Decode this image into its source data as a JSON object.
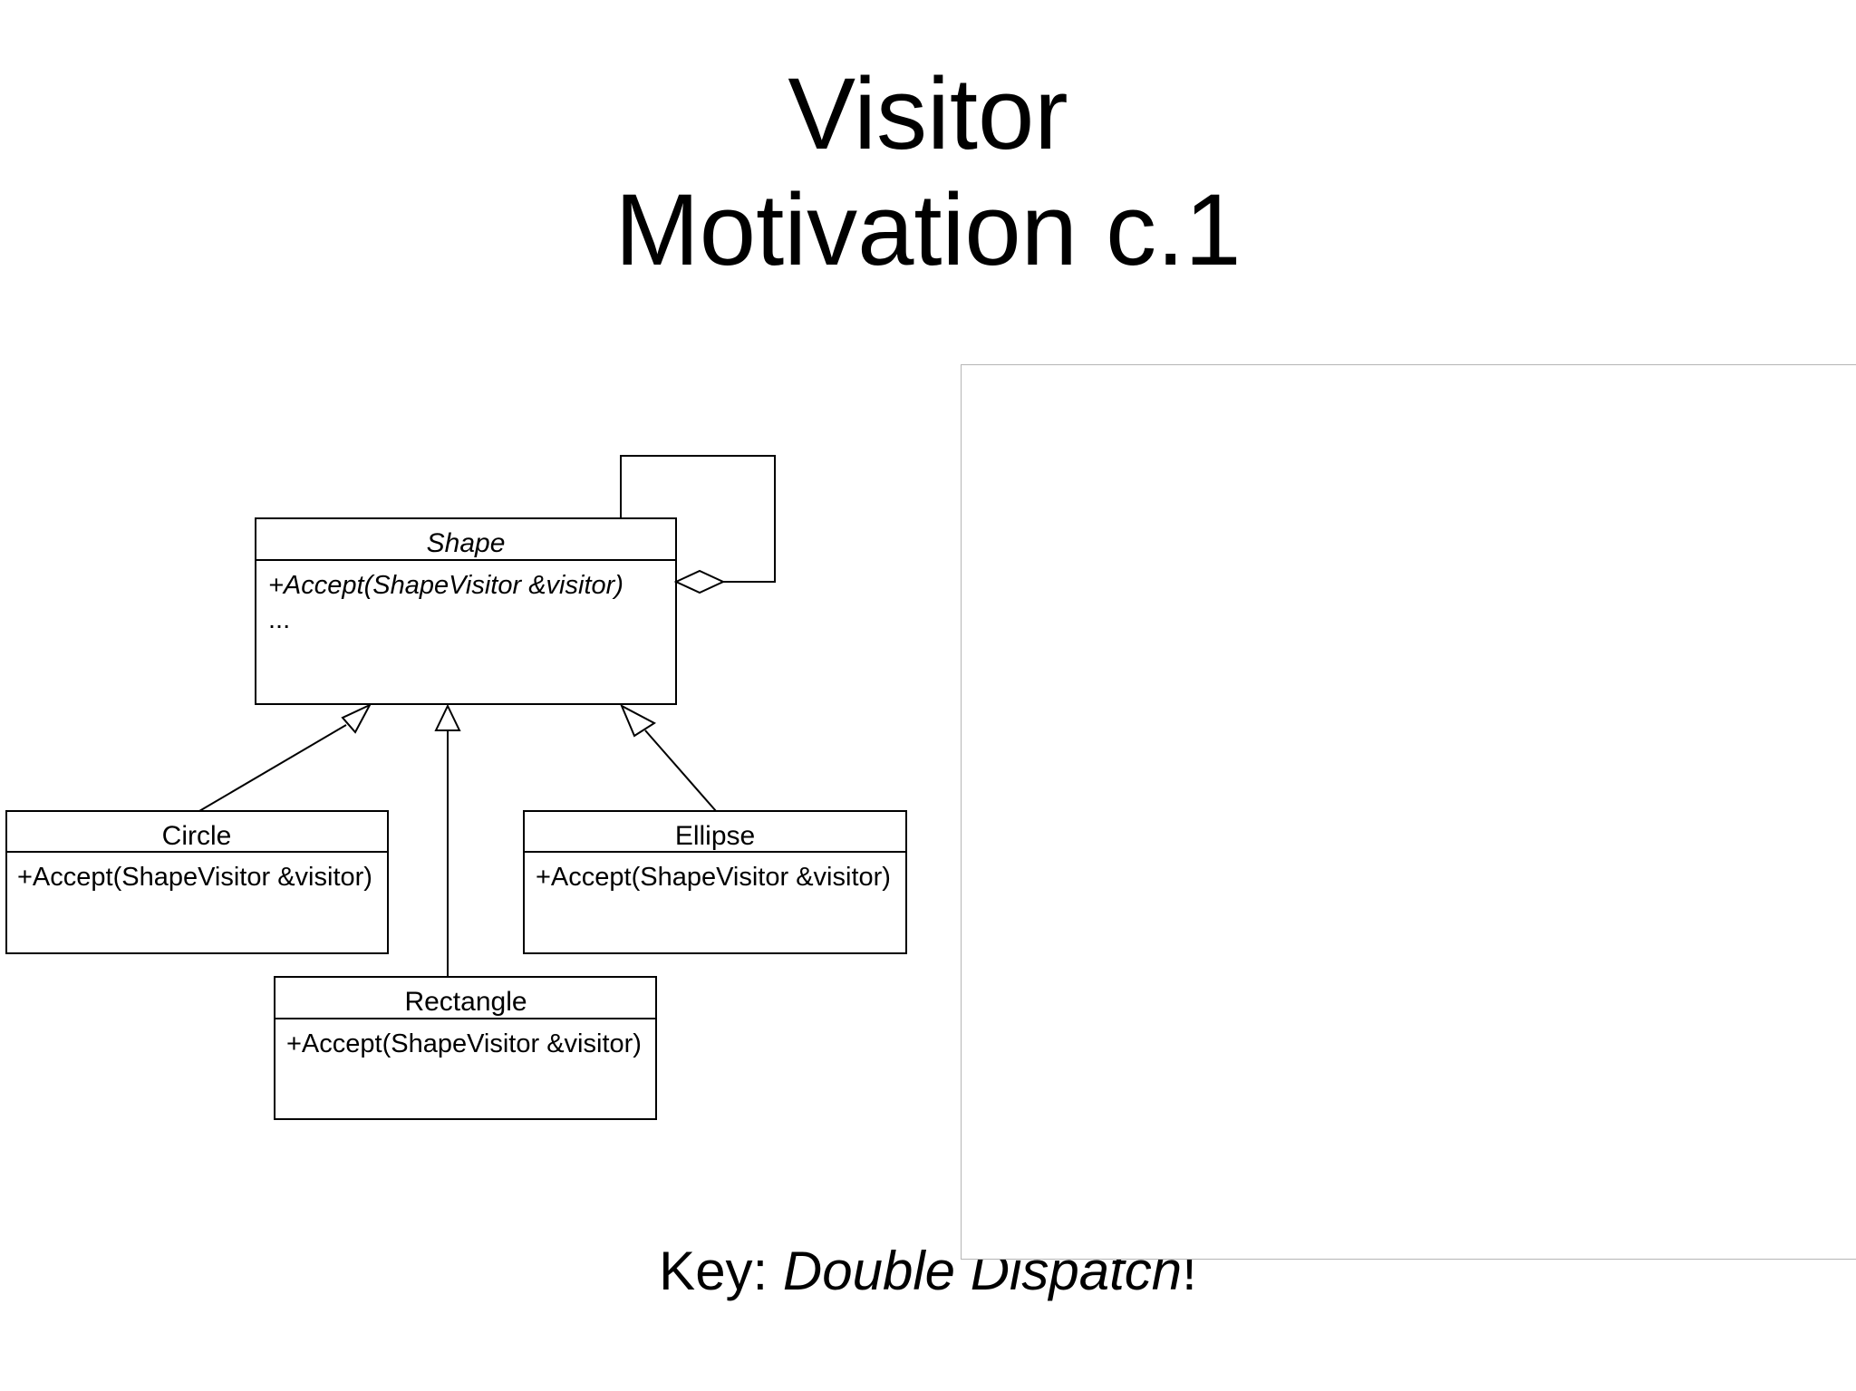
{
  "slide": {
    "title_line1": "Visitor",
    "title_line2": "Motivation c.1",
    "footer_prefix": "Key: ",
    "footer_emphasis": "Double Dispatch",
    "footer_suffix": "!"
  },
  "diagram": {
    "classes": [
      {
        "id": "shape",
        "name": "Shape",
        "abstract": true,
        "operations": [
          "+Accept(ShapeVisitor &visitor)",
          "..."
        ]
      },
      {
        "id": "circle",
        "name": "Circle",
        "abstract": false,
        "operations": [
          "+Accept(ShapeVisitor &visitor)"
        ]
      },
      {
        "id": "ellipse",
        "name": "Ellipse",
        "abstract": false,
        "operations": [
          "+Accept(ShapeVisitor &visitor)"
        ]
      },
      {
        "id": "rectangle",
        "name": "Rectangle",
        "abstract": false,
        "operations": [
          "+Accept(ShapeVisitor &visitor)"
        ]
      }
    ],
    "relations": [
      {
        "type": "generalization",
        "from": "circle",
        "to": "shape"
      },
      {
        "type": "generalization",
        "from": "rectangle",
        "to": "shape"
      },
      {
        "type": "generalization",
        "from": "ellipse",
        "to": "shape"
      },
      {
        "type": "aggregation",
        "from": "shape",
        "to": "shape"
      }
    ]
  },
  "colors": {
    "line": "#000000",
    "panel_border": "#b5b5b5",
    "background": "#ffffff"
  }
}
